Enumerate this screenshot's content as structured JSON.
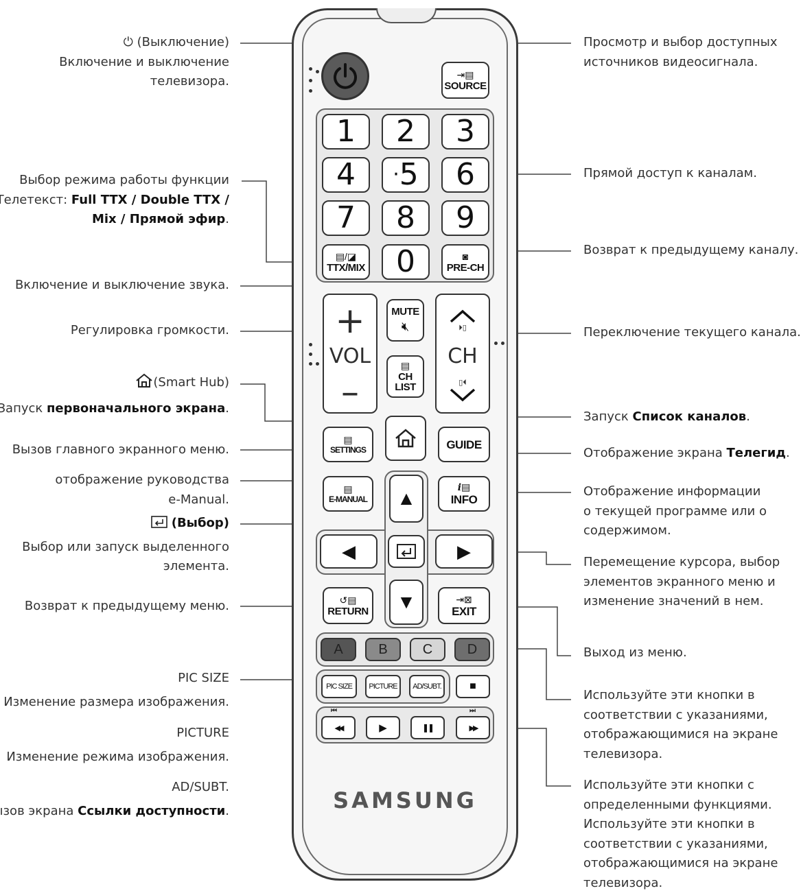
{
  "labels_left": {
    "power": {
      "symbol": "⏻",
      "title": "(Выключение)",
      "desc_1": "Включение и выключение",
      "desc_2": "телевизора."
    },
    "ttx": {
      "line_1": "Выбор режима работы функции",
      "line_2_pre": "Телетекст: ",
      "line_2_bold": "Full TTX / Double TTX /",
      "line_3_bold": "Mix / Прямой эфир",
      "line_3_post": "."
    },
    "mute": "Включение и выключение звука.",
    "volume": "Регулировка громкости.",
    "smarthub": {
      "title": "(Smart Hub)",
      "desc_pre": "Запуск ",
      "desc_bold": "первоначального экрана",
      "desc_post": "."
    },
    "settings": "Вызов главного экранного меню.",
    "emanual": {
      "line_1": "отображение руководства",
      "line_2": "e-Manual."
    },
    "select": {
      "title": "(Выбор)",
      "desc_1": "Выбор или запуск выделенного",
      "desc_2": "элемента."
    },
    "return": "Возврат к предыдущему меню.",
    "pic_size": {
      "title": "PIC SIZE",
      "desc": "Изменение размера изображения."
    },
    "picture": {
      "title": "PICTURE",
      "desc": "Изменение режима изображения."
    },
    "ad_subt": {
      "title": "AD/SUBT.",
      "desc_pre": "Вызов экрана ",
      "desc_bold": "Ссылки доступности",
      "desc_post": "."
    }
  },
  "labels_right": {
    "source": {
      "line_1": "Просмотр и выбор доступных",
      "line_2": "источников видеосигнала."
    },
    "numbers": "Прямой доступ к каналам.",
    "prech": "Возврат к предыдущему каналу.",
    "channel": "Переключение текущего канала.",
    "chlist": {
      "pre": "Запуск ",
      "bold": "Список каналов",
      "post": "."
    },
    "guide": {
      "pre": "Отображение экрана ",
      "bold": "Телегид",
      "post": "."
    },
    "info": {
      "line_1": "Отображение информации",
      "line_2": "о текущей программе или о",
      "line_3": "содержимом."
    },
    "navigation": {
      "line_1": "Перемещение курсора, выбор",
      "line_2": "элементов экранного меню и",
      "line_3": "изменение значений в нем."
    },
    "exit": "Выход из меню.",
    "color_buttons": {
      "line_1": "Используйте эти кнопки в",
      "line_2": "соответствии с указаниями,",
      "line_3": "отображающимися на экране",
      "line_4": "телевизора."
    },
    "media_buttons": {
      "line_1": "Используйте эти кнопки с",
      "line_2": "определенными функциями.",
      "line_3": "Используйте эти кнопки в",
      "line_4": "соответствии с указаниями,",
      "line_5": "отображающимися на экране",
      "line_6": "телевизора."
    }
  },
  "remote": {
    "source_label": "SOURCE",
    "digits": [
      "1",
      "2",
      "3",
      "4",
      "5",
      "6",
      "7",
      "8",
      "9",
      "0"
    ],
    "digit_5_marker": "·",
    "ttx_label": "TTX/MIX",
    "prech_label": "PRE-CH",
    "mute_label": "MUTE",
    "vol_plus": "+",
    "vol_label": "VOL",
    "vol_minus": "–",
    "ch_label": "CH",
    "chlist_line_1": "CH",
    "chlist_line_2": "LIST",
    "settings_label": "SETTINGS",
    "guide_label": "GUIDE",
    "emanual_label": "E-MANUAL",
    "info_label": "INFO",
    "info_symbol": "i",
    "return_label": "RETURN",
    "exit_label": "EXIT",
    "color_buttons": [
      {
        "label": "A",
        "color": "#555555"
      },
      {
        "label": "B",
        "color": "#8a8a8a"
      },
      {
        "label": "C",
        "color": "#d6d6d6"
      },
      {
        "label": "D",
        "color": "#6e6e6e"
      }
    ],
    "pic_size_label": "PIC SIZE",
    "picture_label": "PICTURE",
    "ad_subt_label": "AD/SUBT.",
    "stop_symbol": "■",
    "rewind_symbol": "◀◀",
    "play_symbol": "▶",
    "pause_symbol": "❚❚",
    "ffwd_symbol": "▶▶",
    "prev_symbol": "⏮",
    "next_symbol": "⏭",
    "up_symbol": "▲",
    "down_symbol": "▼",
    "left_symbol": "◀",
    "right_symbol": "▶",
    "brand": "SAMSUNG"
  }
}
